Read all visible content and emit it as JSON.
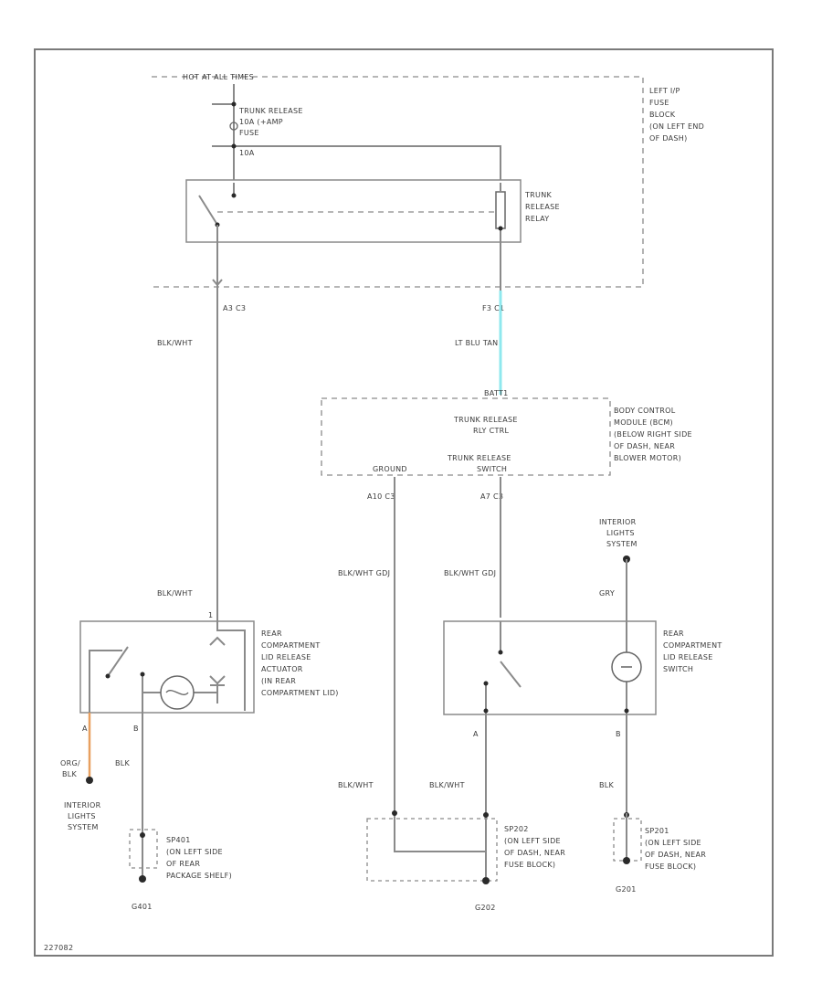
{
  "diagram": {
    "fuse_block_header": "HOT AT ALL TIMES",
    "fuse_label": [
      "TRUNK RELEASE",
      "10A (+AMP",
      "FUSE"
    ],
    "fuse_id": "10A",
    "fuse_block_desc": [
      "LEFT I/P",
      "FUSE",
      "BLOCK",
      "(ON LEFT END",
      "OF DASH)"
    ],
    "relay_label": [
      "TRUNK",
      "RELEASE",
      "RELAY"
    ],
    "conn_left_top": "A3   C3",
    "conn_right_top": "F3   C1",
    "wire_left_top": "BLK/WHT",
    "wire_right_top": "LT BLU   TAN",
    "bcm_top_label": "BATT1",
    "bcm_inner_1": [
      "TRUNK RELEASE",
      "RLY CTRL"
    ],
    "bcm_inner_2": [
      "TRUNK RELEASE",
      "SWITCH"
    ],
    "bcm_ground": "GROUND",
    "bcm_desc": [
      "BODY CONTROL",
      "MODULE (BCM)",
      "(BELOW RIGHT SIDE",
      "OF DASH, NEAR",
      "BLOWER MOTOR)"
    ],
    "conn_bcm_left": "A10   C3",
    "conn_bcm_right": "A7   C3",
    "wire_bcm_left": "BLK/WHT   GDJ",
    "wire_bcm_right": "BLK/WHT   GDJ",
    "wire_left_mid": "BLK/WHT",
    "actuator_label": [
      "REAR",
      "COMPARTMENT",
      "LID RELEASE",
      "ACTUATOR",
      "(IN REAR",
      "COMPARTMENT LID)"
    ],
    "act_pin_top": "1",
    "act_pin_a": "A",
    "act_pin_b": "B",
    "wire_org_blk": [
      "ORG/",
      "BLK"
    ],
    "interior_left": [
      "INTERIOR",
      "LIGHTS",
      "SYSTEM"
    ],
    "wire_blk_left": "BLK",
    "splice_left": [
      "SP401",
      "(ON LEFT SIDE",
      "OF REAR",
      "PACKAGE SHELF)"
    ],
    "ground_left": "G401",
    "interior_right": [
      "INTERIOR",
      "LIGHTS",
      "SYSTEM"
    ],
    "wire_gry": "GRY",
    "switch_label": [
      "REAR",
      "COMPARTMENT",
      "LID RELEASE",
      "SWITCH"
    ],
    "sw_pin_a": "A",
    "sw_pin_b": "B",
    "wire_blk_wht_1": "BLK/WHT",
    "wire_blk_wht_2": "BLK/WHT",
    "wire_blk_right": "BLK",
    "splice_mid": [
      "SP202",
      "(ON LEFT SIDE",
      "OF DASH, NEAR",
      "FUSE BLOCK)"
    ],
    "ground_mid": "G202",
    "splice_right": [
      "SP201",
      "(ON LEFT SIDE",
      "OF DASH, NEAR",
      "FUSE BLOCK)"
    ],
    "ground_right": "G201",
    "figure_id": "227082",
    "colors": {
      "lt_blu": "#8fe8ee",
      "org": "#e8a060"
    }
  }
}
